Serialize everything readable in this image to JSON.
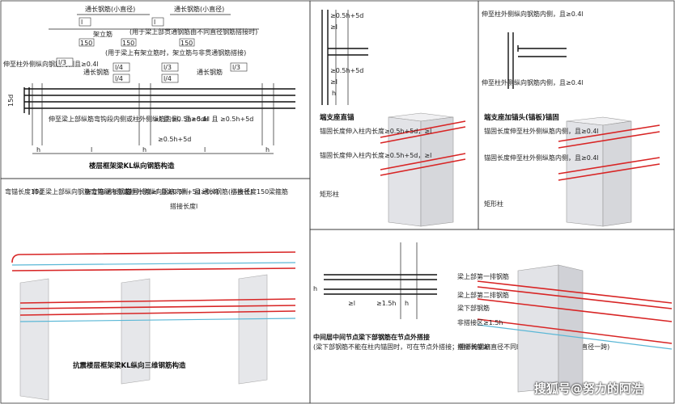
{
  "panels": {
    "kl": {
      "caption": "楼层框架梁KL纵向钢筋构造",
      "top_rebar_small": "通长钢筋(小直径)",
      "top_rebar_small2": "通长钢筋(小直径)",
      "lab_ln_sym": "l",
      "rack_label": "架立筋",
      "dim_150a": "150",
      "dim_150b": "150",
      "dim_150c": "150",
      "note1": "(用于梁上部贯通钢筋由不同直径钢筋搭接时)",
      "note2": "(用于梁上有架立筋时，架立筋与非贯通钢筋搭接)",
      "left_side": "伸至柱外侧纵向钢筋内侧且≥0.4l",
      "cont_rebar1": "通长钢筋",
      "cont_rebar2": "通长钢筋",
      "frac_ln3": "l/3",
      "frac_ln4a": "l/4",
      "frac_ln4b": "l/4",
      "frac_ln3b": "l/3",
      "frac_ln4c": "l/4",
      "frac_ln3c": "l/3",
      "dim_15d": "15d",
      "bottom_note": "伸至梁上部纵筋弯钩段内侧或柱外侧纵筋内侧，且≥0.4l",
      "anchor1": "≥l 且 ≥0.5h+5d",
      "anchor2": "≥l 且 ≥0.5h+5d",
      "anchor3": "≥0.5h+5d",
      "hc1": "h",
      "ln1": "l",
      "hc2": "h",
      "ln2": "l",
      "hc3": "h"
    },
    "end_anchor": {
      "dim1": "≥0.5h+5d",
      "dim2": "≥l",
      "dim3": "≥0.5h+5d",
      "dim4": "≥l",
      "hc": "h",
      "caption": "端支座直锚",
      "anchor_note1": "锚固长度伸入柱内长度≥0.5h+5d，≥l",
      "anchor_note2": "锚固长度伸入柱内长度≥0.5h+5d，≥l",
      "col_label": "矩形柱"
    },
    "head_anchor": {
      "top_note": "伸至柱外侧纵向钢筋内侧，且≥0.4l",
      "mid_note": "伸至柱外侧纵向钢筋内侧，且≥0.4l",
      "caption": "端支座加锚头(锚板)锚固",
      "anchor_note1": "锚固长度伸至柱外侧纵筋内侧，且≥0.4l",
      "anchor_note2": "锚固长度伸至柱外侧纵筋内侧，且≥0.4l",
      "col_label": "矩形柱"
    },
    "seismic": {
      "label_hook": "弯锚长度15d",
      "label_extend": "伸至梁上部纵向钢筋弯钩段内侧或柱外侧纵向钢筋内侧，且≥0.4l",
      "label_rack": "架立筋",
      "label_cont": "通长钢筋",
      "label_anchor": "锚固长度≥l 且≥0.5h+5d",
      "label_lap": "搭接长度l",
      "label_cont2": "通长钢筋(小直径)",
      "label_lap150": "搭接长度150",
      "label_stirrup": "梁箍筋",
      "caption": "抗震楼层框架梁KL纵向三维钢筋构造"
    },
    "mid_node": {
      "hb": "h",
      "d1": "≥l",
      "d2": "≥1.5h",
      "hc": "h",
      "caption": "中间层中间节点梁下部钢筋在节点外搭接",
      "caption_note": "(梁下部钢筋不能在柱内锚固时，可在节点外搭接；相邻跨钢筋直径不同时，搭接位置位于较小直径一跨)",
      "l1": "梁上部第一排钢筋",
      "l2": "梁上部第二排钢筋",
      "l3": "梁下部钢筋",
      "l4": "非搭接区≥1.5h",
      "l5": "搭接长度≥l"
    }
  },
  "watermark": "搜狐号@努力的阿浩"
}
